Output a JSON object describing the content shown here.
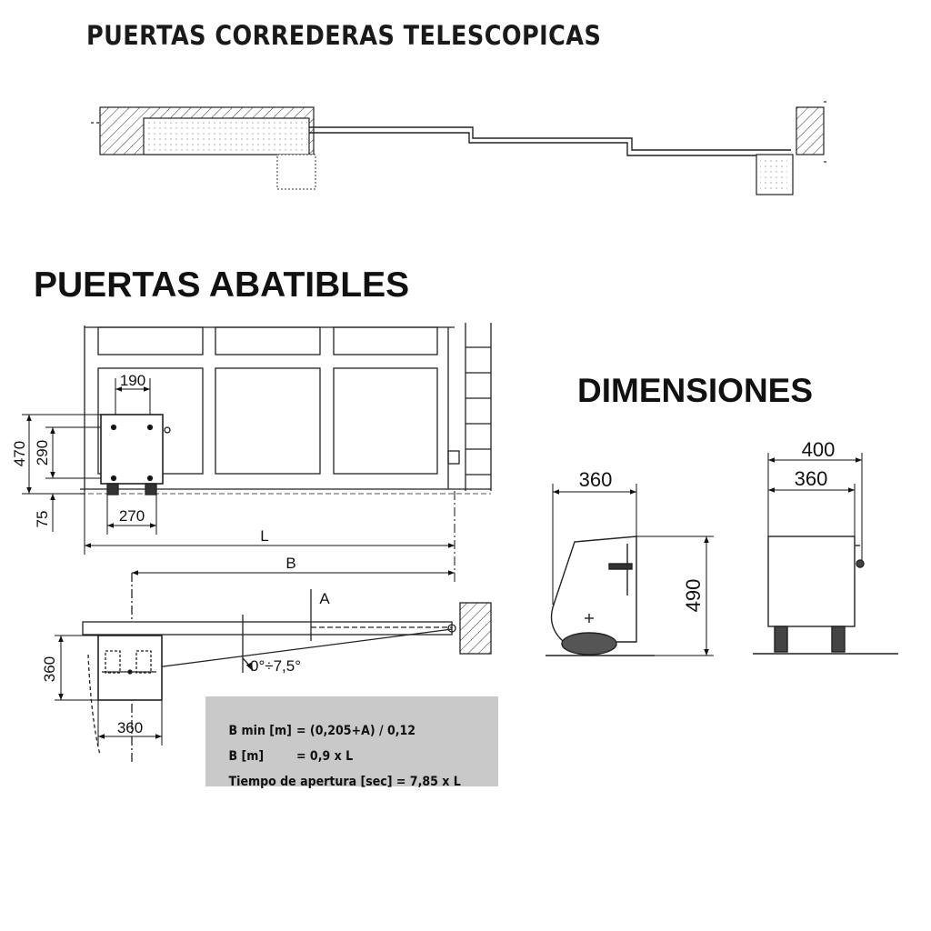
{
  "titles": {
    "telescopic": "PUERTAS CORREDERAS TELESCOPICAS",
    "swing": "PUERTAS ABATIBLES",
    "dimensions": "DIMENSIONES"
  },
  "swing_diagram": {
    "dim_190": "190",
    "dim_470": "470",
    "dim_290": "290",
    "dim_75": "75",
    "dim_270": "270",
    "dim_L": "L",
    "dim_B": "B",
    "dim_A": "A",
    "dim_360_vertical": "360",
    "dim_360_horizontal": "360",
    "angle": "0°÷7,5°"
  },
  "formulas": [
    {
      "label": "B min [m]",
      "value": "= (0,205+A) / 0,12"
    },
    {
      "label": "B [m]",
      "value": "= 0,9 x L"
    },
    {
      "label": "Tiempo de apertura [sec] = 7,85 x L",
      "value": ""
    }
  ],
  "dimensions_diagram": {
    "side_width": "360",
    "height": "490",
    "front_width_outer": "400",
    "front_width_inner": "360"
  }
}
